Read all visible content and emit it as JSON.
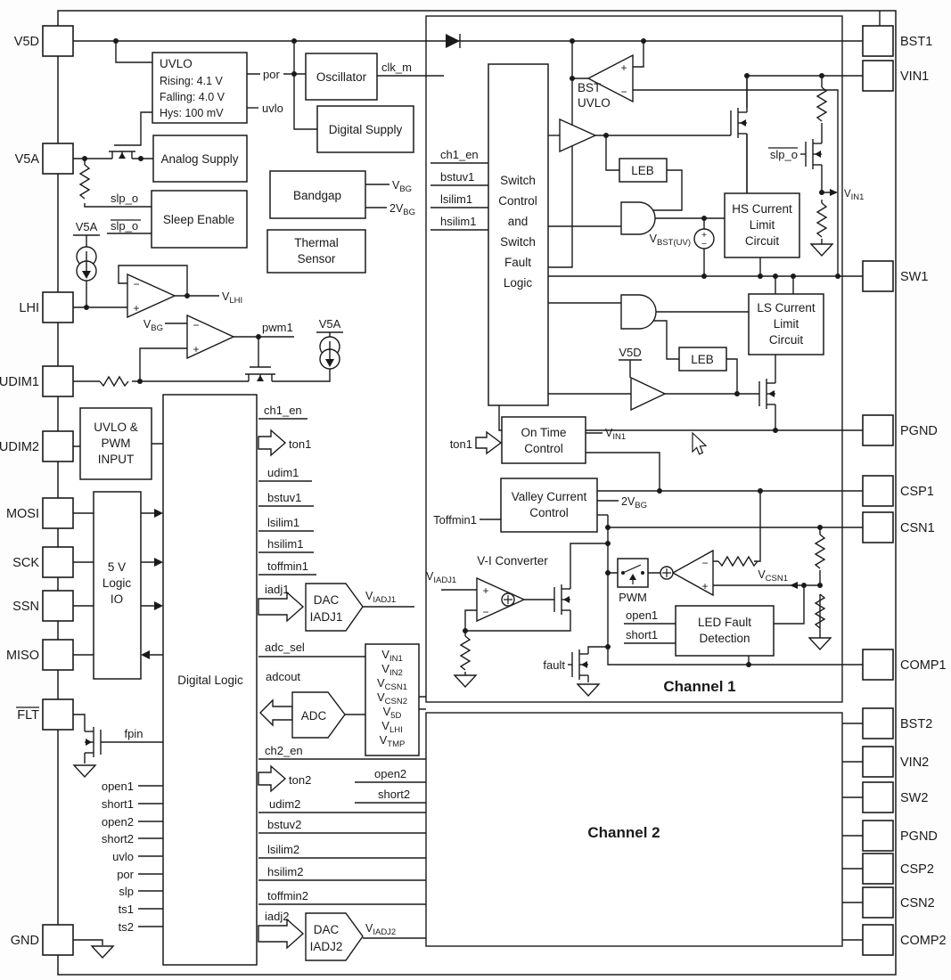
{
  "pins": {
    "left": [
      "V5D",
      "V5A",
      "LHI",
      "UDIM1",
      "UDIM2",
      "MOSI",
      "SCK",
      "SSN",
      "MISO",
      "FLT",
      "GND"
    ],
    "right": [
      "BST1",
      "VIN1",
      "SW1",
      "PGND",
      "CSP1",
      "CSN1",
      "COMP1",
      "BST2",
      "VIN2",
      "SW2",
      "PGND",
      "CSP2",
      "CSN2",
      "COMP2"
    ]
  },
  "blocks": {
    "uvlo": [
      "UVLO",
      "Rising: 4.1 V",
      "Falling: 4.0 V",
      "Hys: 100 mV"
    ],
    "oscillator": "Oscillator",
    "digital_supply": "Digital Supply",
    "analog_supply": "Analog Supply",
    "sleep_enable": "Sleep Enable",
    "bandgap": "Bandgap",
    "thermal_sensor": [
      "Thermal",
      "Sensor"
    ],
    "uvlo_pwm_input": [
      "UVLO &",
      "PWM",
      "INPUT"
    ],
    "logic_io": [
      "5 V",
      "Logic",
      "IO"
    ],
    "digital_logic": "Digital Logic",
    "dac1": [
      "DAC",
      "IADJ1"
    ],
    "dac2": [
      "DAC",
      "IADJ2"
    ],
    "adc": "ADC",
    "switch_control": [
      "Switch",
      "Control",
      "and",
      "Switch",
      "Fault",
      "Logic"
    ],
    "bst_uvlo": [
      "BST",
      "UVLO"
    ],
    "leb1": "LEB",
    "leb2": "LEB",
    "hs_limit": [
      "HS Current",
      "Limit",
      "Circuit"
    ],
    "ls_limit": [
      "LS Current",
      "Limit",
      "Circuit"
    ],
    "on_time": [
      "On Time",
      "Control"
    ],
    "valley": [
      "Valley Current",
      "Control"
    ],
    "vi_conv": "V-I Converter",
    "pwm_box": "PWM",
    "led_fault": [
      "LED Fault",
      "Detection"
    ],
    "channel1": "Channel 1",
    "channel2": "Channel 2"
  },
  "nets": {
    "por": "por",
    "uvlo": "uvlo",
    "clk_m": "clk_m",
    "slp_o": "slp_o",
    "slp_o_bar": "slp_o",
    "slp_o_hs": "slp_o",
    "v5a_rail1": "V5A",
    "v5a_rail2": "V5A",
    "v5d_rail": "V5D",
    "pwm1": "pwm1",
    "fpin": "fpin",
    "fault": "fault",
    "ch1_en": "ch1_en",
    "ton1": "ton1",
    "udim1": "udim1",
    "bstuv1": "bstuv1",
    "lsilim1": "lsilim1",
    "hsilim1": "hsilim1",
    "toffmin1": "toffmin1",
    "iadj1": "iadj1",
    "adc_sel": "adc_sel",
    "adcout": "adcout",
    "ch2_en": "ch2_en",
    "ton2": "ton2",
    "open2_ch": "open2",
    "short2_ch": "short2",
    "udim2": "udim2",
    "bstuv2": "bstuv2",
    "lsilim2": "lsilim2",
    "hsilim2": "hsilim2",
    "toffmin2": "toffmin2",
    "iadj2": "iadj2",
    "sc_ch1_en": "ch1_en",
    "sc_bstuv1": "bstuv1",
    "sc_lsilim1": "lsilim1",
    "sc_hsilim1": "hsilim1",
    "ton1_in": "ton1",
    "toffmin1_in": "Toffmin1",
    "open1_led": "open1",
    "short1_led": "short1",
    "dl_inputs": [
      "open1",
      "short1",
      "open2",
      "short2",
      "uvlo",
      "por",
      "slp",
      "ts1",
      "ts2"
    ]
  },
  "v": {
    "vbg_out": {
      "m": "V",
      "s": "BG"
    },
    "vbg2_out": {
      "m": "2V",
      "s": "BG"
    },
    "vlhi": {
      "m": "V",
      "s": "LHI"
    },
    "vbg_in": {
      "m": "V",
      "s": "BG"
    },
    "viadj1": {
      "m": "V",
      "s": "IADJ1"
    },
    "viadj2": {
      "m": "V",
      "s": "IADJ2"
    },
    "viadj1_in": {
      "m": "V",
      "s": "IADJ1"
    },
    "vbst_uv": {
      "m": "V",
      "s": "BST(UV)"
    },
    "vin1_sense": {
      "m": "V",
      "s": "IN1"
    },
    "vin1_ot": {
      "m": "V",
      "s": "IN1"
    },
    "vbg2_valley": {
      "m": "2V",
      "s": "BG"
    },
    "vcsn1": {
      "m": "V",
      "s": "CSN1"
    },
    "mux": [
      {
        "m": "V",
        "s": "IN1"
      },
      {
        "m": "V",
        "s": "IN2"
      },
      {
        "m": "V",
        "s": "CSN1"
      },
      {
        "m": "V",
        "s": "CSN2"
      },
      {
        "m": "V",
        "s": "5D"
      },
      {
        "m": "V",
        "s": "LHI"
      },
      {
        "m": "V",
        "s": "TMP"
      }
    ]
  },
  "sym": {
    "plus": "+",
    "minus": "−"
  }
}
